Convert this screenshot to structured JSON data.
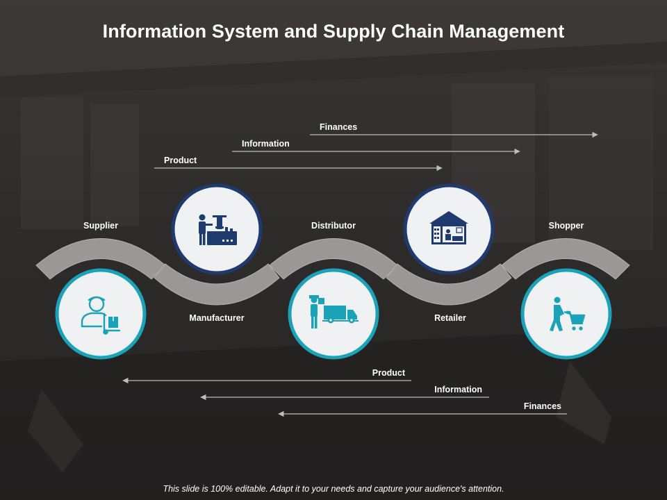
{
  "title": "Information System and Supply Chain Management",
  "footer": "This slide is 100% editable. Adapt it to your needs and capture your audience's attention.",
  "colors": {
    "navy": "#1f3a6e",
    "teal": "#1aa3b8",
    "band": "#9c9797",
    "circle_fill": "#f0f1f3"
  },
  "nodes": [
    {
      "label": "Supplier",
      "icon": "supplier-person-box-icon"
    },
    {
      "label": "Manufacturer",
      "icon": "factory-machine-icon"
    },
    {
      "label": "Distributor",
      "icon": "delivery-truck-icon"
    },
    {
      "label": "Retailer",
      "icon": "retail-store-icon"
    },
    {
      "label": "Shopper",
      "icon": "shopping-cart-icon"
    }
  ],
  "flows": {
    "forward": [
      {
        "label": "Finances"
      },
      {
        "label": "Information"
      },
      {
        "label": "Product"
      }
    ],
    "backward": [
      {
        "label": "Product"
      },
      {
        "label": "Information"
      },
      {
        "label": "Finances"
      }
    ]
  }
}
